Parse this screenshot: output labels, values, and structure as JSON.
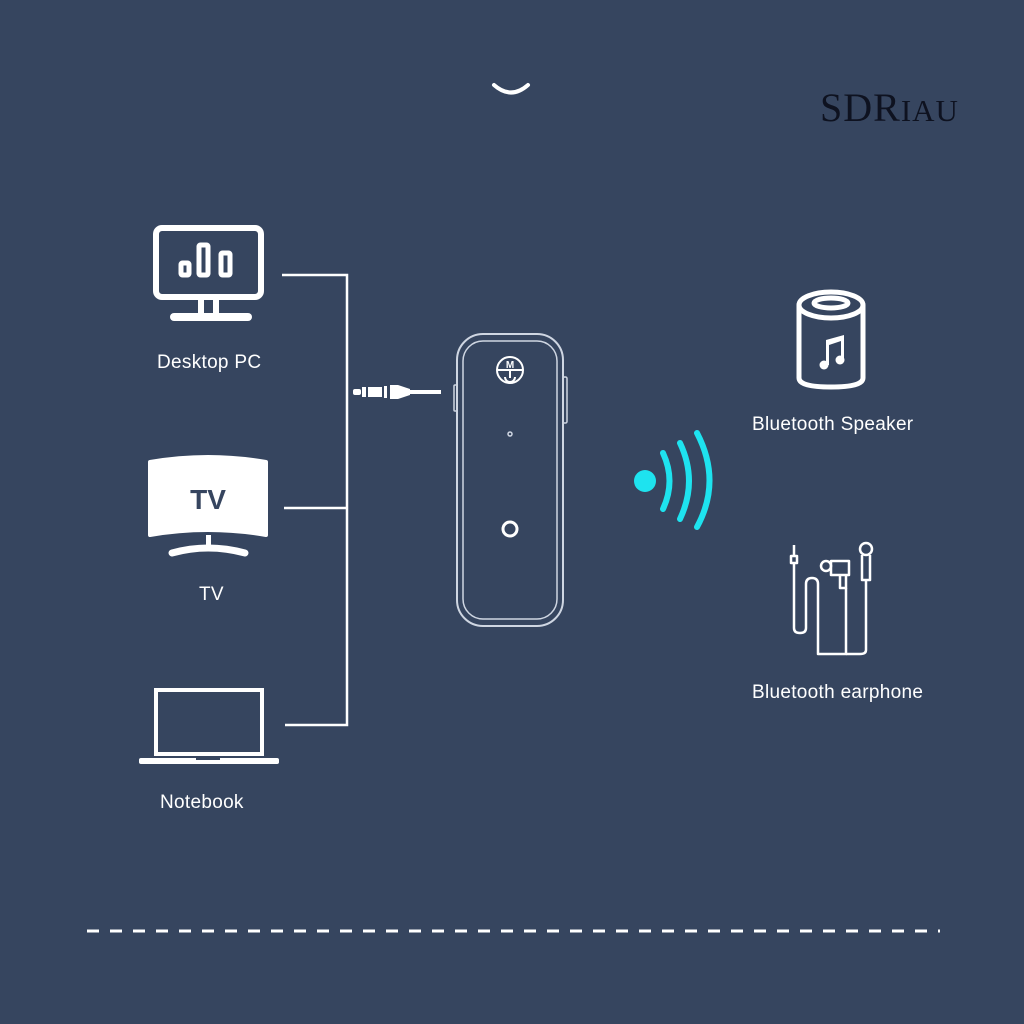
{
  "brand": {
    "logo_text_large": "SDR",
    "logo_text_small": "IAU"
  },
  "sources": [
    {
      "label": "Desktop PC",
      "icon": "desktop-monitor-icon"
    },
    {
      "label": "TV",
      "icon": "tv-icon",
      "screen_text": "TV"
    },
    {
      "label": "Notebook",
      "icon": "laptop-icon"
    }
  ],
  "device": {
    "name": "bluetooth-transmitter",
    "button_text": "M"
  },
  "targets": [
    {
      "label": "Bluetooth Speaker",
      "icon": "speaker-icon"
    },
    {
      "label": "Bluetooth earphone",
      "icon": "earphone-icon"
    }
  ],
  "colors": {
    "background": "#36455f",
    "line": "#ffffff",
    "signal": "#1ee3ef",
    "brand": "#0e1220"
  }
}
